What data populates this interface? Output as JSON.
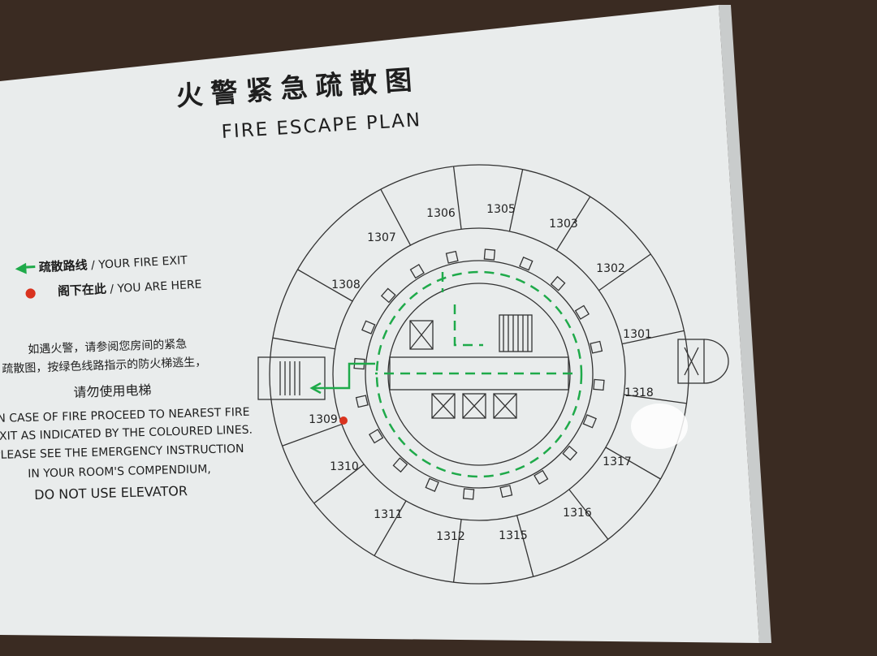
{
  "sign": {
    "title_cn": "火警紧急疏散图",
    "title_en": "FIRE ESCAPE PLAN",
    "legend": [
      {
        "icon": "green-arrow-icon",
        "label_cn": "疏散路线",
        "label_en": "/ YOUR FIRE EXIT",
        "color": "#1faa4a"
      },
      {
        "icon": "red-dot-icon",
        "label_cn": "阁下在此",
        "label_en": "/ YOU ARE HERE",
        "color": "#d9331f"
      }
    ],
    "notice_cn": [
      "如遇火警，请参阅您房间的紧急",
      "疏散图，按绿色线路指示的防火梯逃生，",
      "请勿使用电梯"
    ],
    "notice_en": [
      "IN CASE OF FIRE PROCEED TO NEAREST FIRE",
      "EXIT AS INDICATED BY THE COLOURED LINES.",
      "PLEASE SEE THE EMERGENCY INSTRUCTION",
      "IN YOUR ROOM'S COMPENDIUM,",
      "DO NOT USE ELEVATOR"
    ]
  },
  "floor_plan": {
    "rooms": [
      "1307",
      "1306",
      "1305",
      "1303",
      "1302",
      "1301",
      "1318",
      "1317",
      "1316",
      "1315",
      "1312",
      "1311",
      "1310",
      "1309",
      "1308"
    ],
    "you_are_here_room": "1309",
    "exit_route_color": "#1faa4a"
  }
}
